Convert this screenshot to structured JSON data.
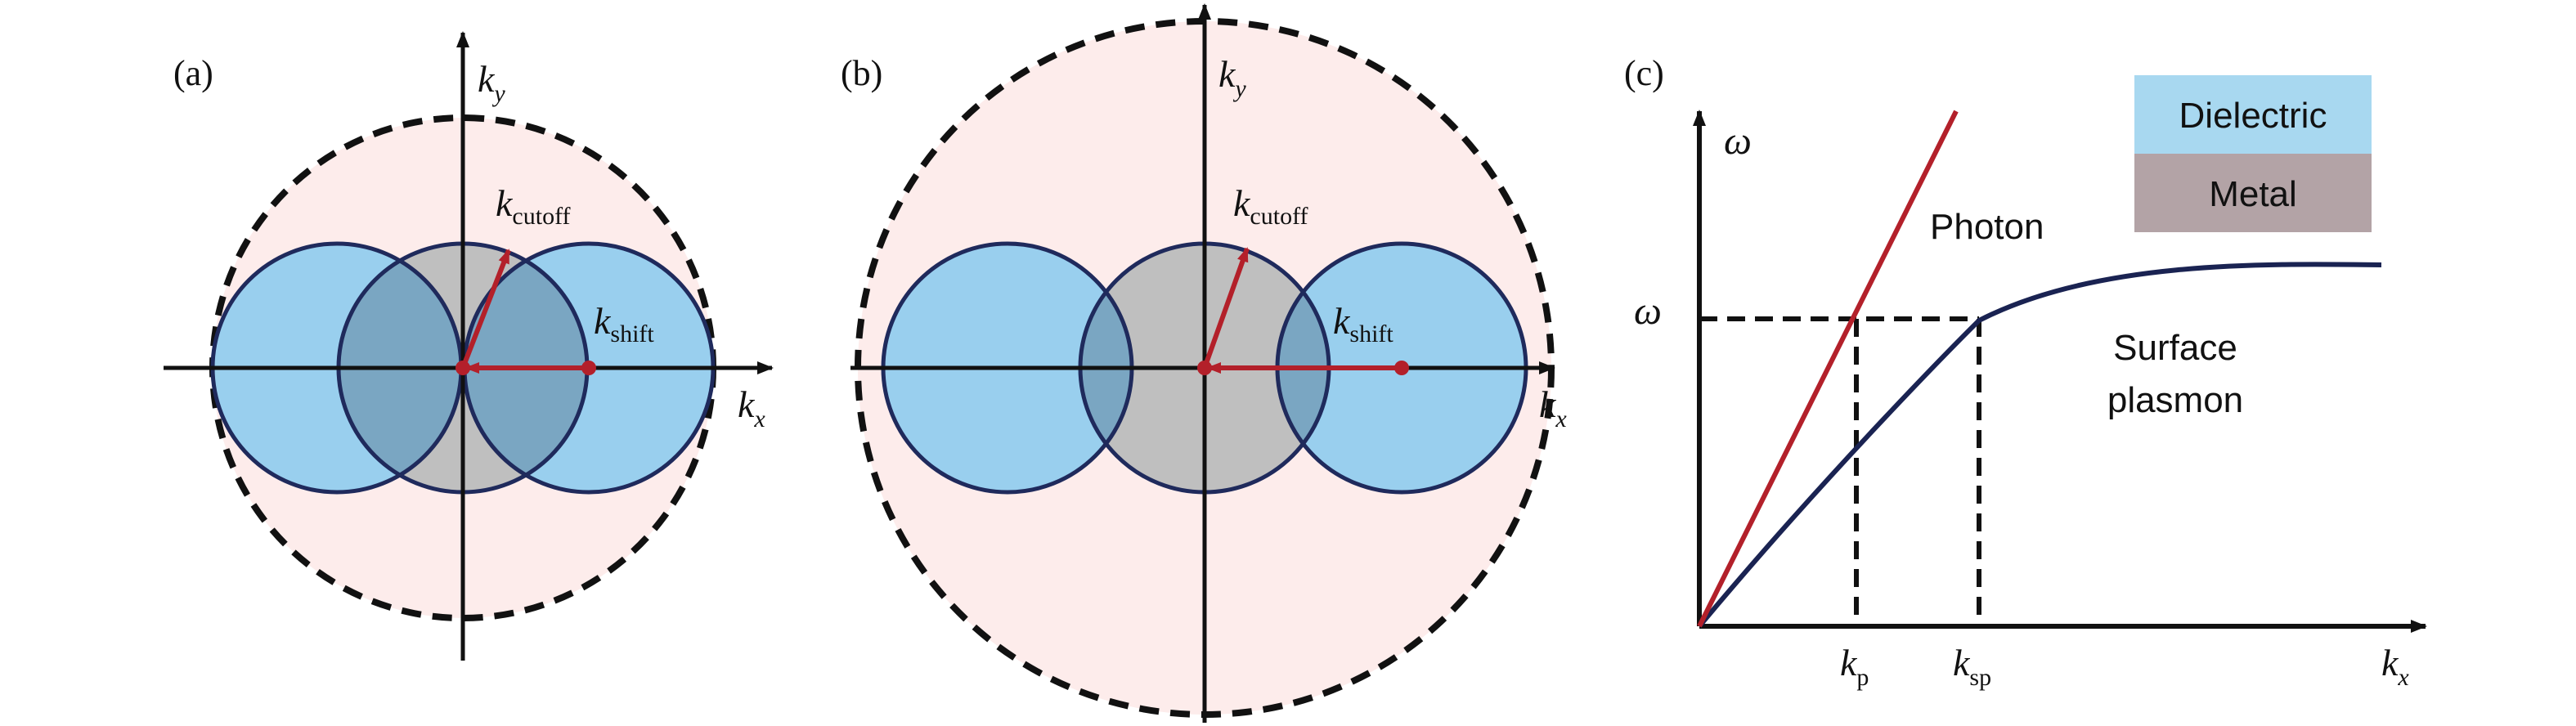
{
  "colors": {
    "pink": "#fdeceb",
    "blue": "#99cfee",
    "overlap": "#7aa6c2",
    "gray": "#bfbfbf",
    "circle_outline": "#1f2a5c",
    "red": "#b3202a",
    "dielectric": "#a8d8f0",
    "metal": "#b3a3a6",
    "plasmon": "#1a2352"
  },
  "panel_a": {
    "label": "(a)",
    "axis_x": {
      "main": "k",
      "sub": "x"
    },
    "axis_y": {
      "main": "k",
      "sub": "y"
    },
    "cutoff": {
      "main": "k",
      "sub": "cutoff"
    },
    "shift": {
      "main": "k",
      "sub": "shift"
    }
  },
  "panel_b": {
    "label": "(b)",
    "axis_x": {
      "main": "k",
      "sub": "x"
    },
    "axis_y": {
      "main": "k",
      "sub": "y"
    },
    "cutoff": {
      "main": "k",
      "sub": "cutoff"
    },
    "shift": {
      "main": "k",
      "sub": "shift"
    }
  },
  "panel_c": {
    "label": "(c)",
    "axis_y": "ω",
    "omega_mark": "ω",
    "axis_x": {
      "main": "k",
      "sub": "x"
    },
    "kp": {
      "main": "k",
      "sub": "p"
    },
    "ksp": {
      "main": "k",
      "sub": "sp"
    },
    "photon_label": "Photon",
    "surface_label_1": "Surface",
    "surface_label_2": "plasmon",
    "legend": {
      "dielectric": "Dielectric",
      "metal": "Metal"
    }
  }
}
